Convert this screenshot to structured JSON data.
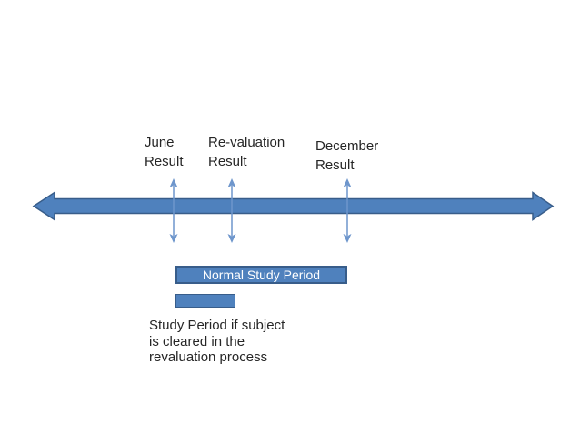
{
  "slide": {
    "background": "#ffffff"
  },
  "colors": {
    "shape_fill": "#4f81bd",
    "shape_border": "#385d8a",
    "thin_arrow": "#6e96cc",
    "label_text": "#262626",
    "box_label_text": "#ffffff"
  },
  "result_labels": [
    {
      "id": "june",
      "line1": "June",
      "line2": "Result"
    },
    {
      "id": "revaluation",
      "line1": "Re-valuation",
      "line2": "Result"
    },
    {
      "id": "december",
      "line1": "December",
      "line2": "Result"
    }
  ],
  "normal_study_period": {
    "label": "Normal Study Period"
  },
  "caption": {
    "line1": "Study Period if subject",
    "line2": "is cleared in the",
    "line3": "revaluation process"
  }
}
